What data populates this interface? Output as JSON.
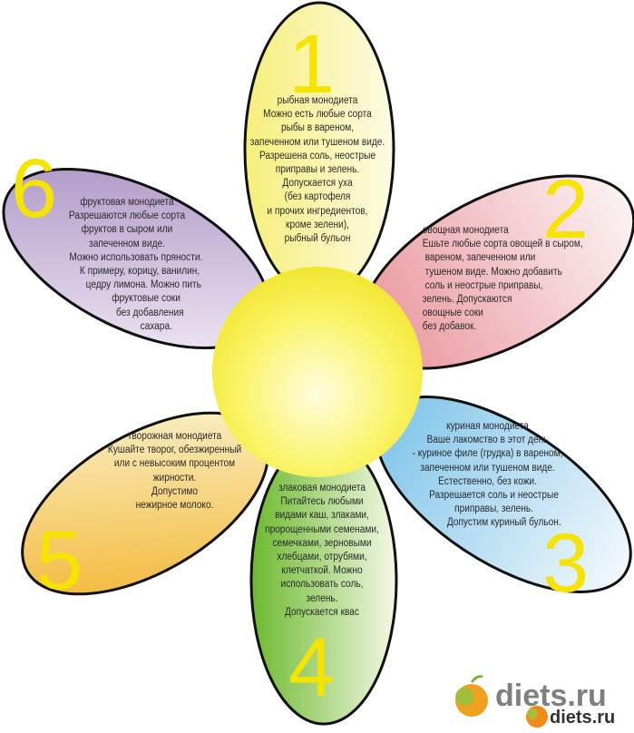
{
  "petals": [
    {
      "number": "1",
      "title": "рыбная монодиета",
      "lines": "Можно есть любые сорта\nрыбы в вареном,\nзапеченном или тушеном виде.\nРазрешена соль, неострые\nприправы и зелень.\nДопускается уха\n(без картофеля\nи прочих ингредиентов,\nкроме зелени),\nрыбный бульон"
    },
    {
      "number": "2",
      "title": "овощная монодиета",
      "lines": "Ешьте любые сорта овощей в сыром,\n вареном, запеченном или\n тушеном виде. Можно добавить\n соль и неострые приправы,\nзелень. Допускаются\nовощные соки\nбез добавок."
    },
    {
      "number": "3",
      "title": "куриная монодиета",
      "lines": "Ваше лакомство в этот день\n- куриное филе (грудка) в вареном,\nзапеченном или тушеном виде.\nЕстественно, без кожи.\n     Разрешается соль и неострые\n     приправы, зелень.\n             Допустим куриный бульон."
    },
    {
      "number": "4",
      "title": "злаковая монодиета",
      "lines": "Питайтесь любыми\nвидами каш, злаками,\nпророщенными семенами,\nсемечками, зерновыми\nхлебцами, отрубями,\nклетчаткой. Можно\nиспользовать соль,\nзелень.\nДопускается квас"
    },
    {
      "number": "5",
      "title": "творожная монодиета",
      "lines": "Кушайте творог, обезжиренный\nили с невысоким процентом\nжирности.\nДопустимо\nнежирное молоко."
    },
    {
      "number": "6",
      "title": "фруктовая монодиета",
      "lines": "Разрешаются любые сорта\nфруктов в сыром или\nзапеченном виде.\n       Можно использовать пряности.\n          К примеру, корицу, ванилин,\n             цедру лимона. Можно пить\n               фруктовые соки\n                  без добавления\n                       сахара."
    }
  ],
  "logo": {
    "large": "diets.ru",
    "small": "diets.ru"
  },
  "colors": {
    "number": "#f5e400",
    "center": "#f7f24a",
    "outline": "#111111"
  }
}
